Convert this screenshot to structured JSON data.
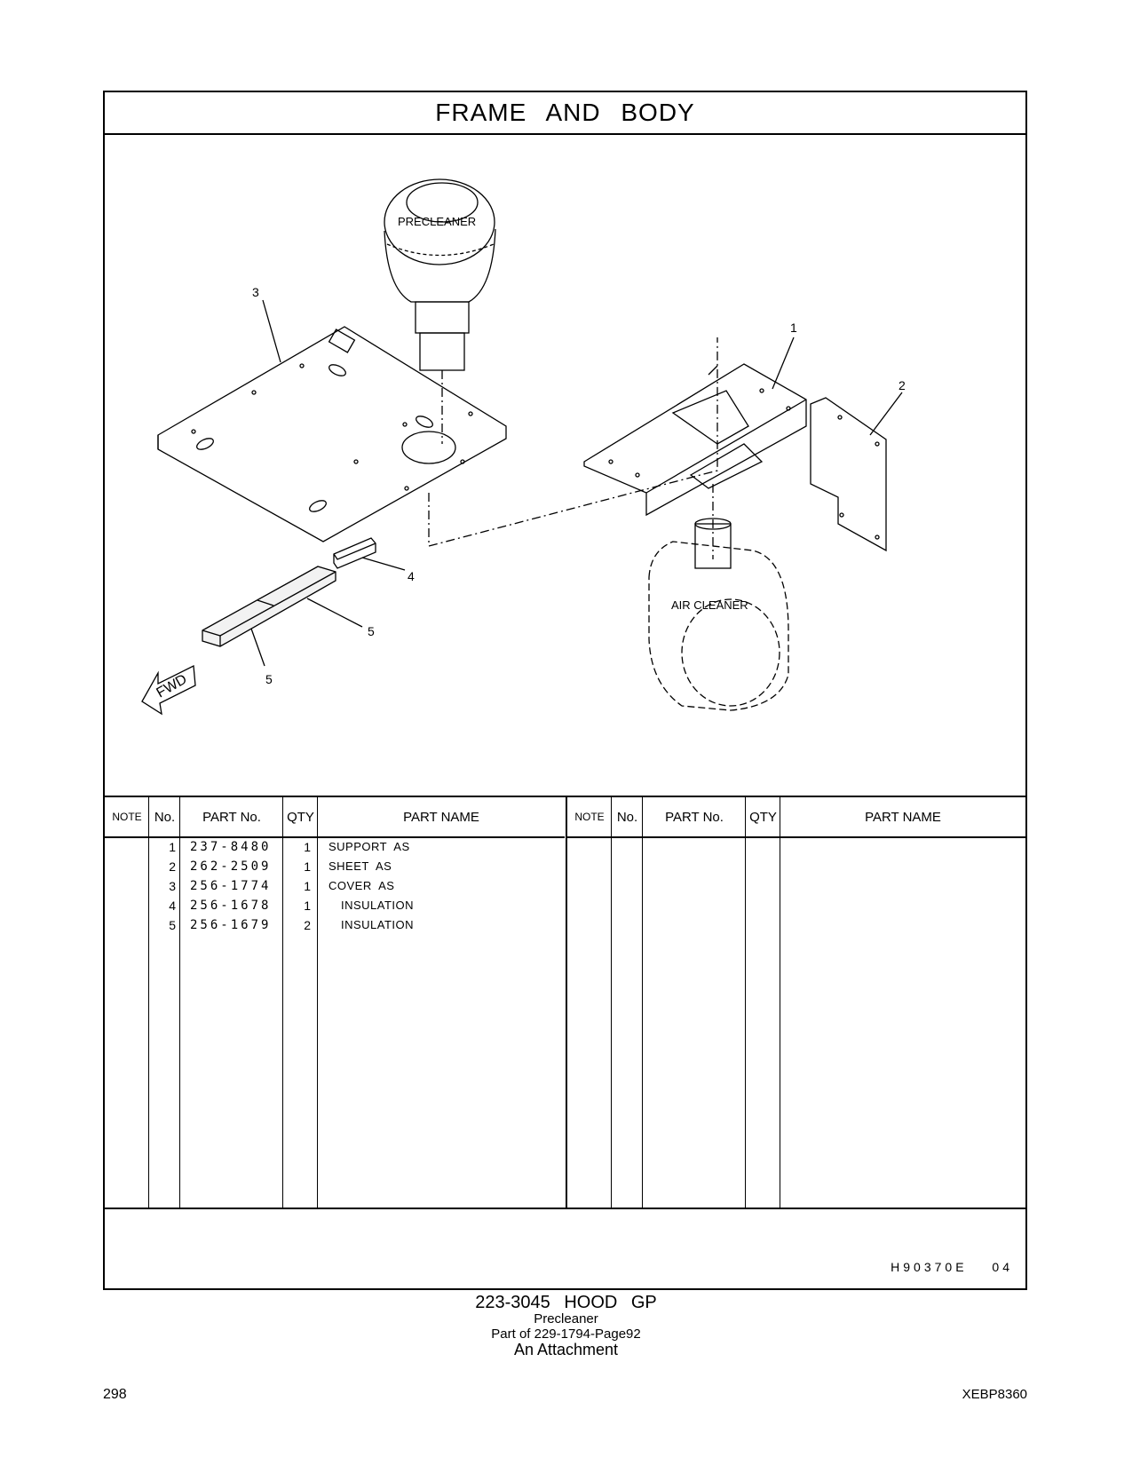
{
  "title": "FRAME AND BODY",
  "drawing": {
    "labels": {
      "precleaner": "PRECLEANER",
      "air_cleaner": "AIR CLEANER",
      "fwd": "FWD"
    },
    "callouts": [
      "1",
      "2",
      "3",
      "4",
      "5",
      "5"
    ]
  },
  "table": {
    "headers": {
      "note": "NOTE",
      "no": "No.",
      "part_no": "PART No.",
      "qty": "QTY",
      "part_name": "PART NAME"
    },
    "rows": [
      {
        "no": "1",
        "part_no": "237-8480",
        "qty": "1",
        "part_name": "SUPPORT AS",
        "indent": 0
      },
      {
        "no": "2",
        "part_no": "262-2509",
        "qty": "1",
        "part_name": "SHEET AS",
        "indent": 0
      },
      {
        "no": "3",
        "part_no": "256-1774",
        "qty": "1",
        "part_name": "COVER AS",
        "indent": 0
      },
      {
        "no": "4",
        "part_no": "256-1678",
        "qty": "1",
        "part_name": "INSULATION",
        "indent": 1
      },
      {
        "no": "5",
        "part_no": "256-1679",
        "qty": "2",
        "part_name": "INSULATION",
        "indent": 1
      }
    ]
  },
  "illustration_ref": "H90370E 04",
  "caption": {
    "line1": "223-3045 HOOD GP",
    "line2": "Precleaner",
    "line3": "Part of 229-1794-Page92",
    "line4": "An Attachment"
  },
  "page_number": "298",
  "doc_code": "XEBP8360"
}
